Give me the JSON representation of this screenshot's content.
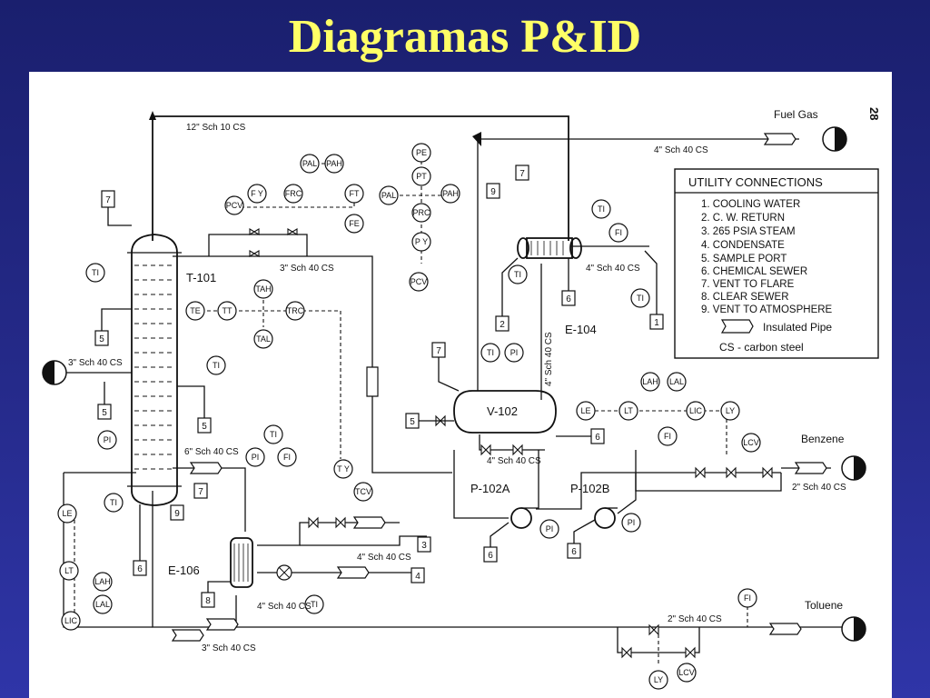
{
  "title": "Diagramas P&ID",
  "page_number": "28",
  "equipment": {
    "t101": "T-101",
    "v102": "V-102",
    "e104": "E-104",
    "e106": "E-106",
    "p102a": "P-102A",
    "p102b": "P-102B"
  },
  "streams": {
    "fuel_gas": "Fuel Gas",
    "benzene": "Benzene",
    "toluene": "Toluene"
  },
  "pipes": {
    "p12_sch10": "12\" Sch 10  CS",
    "p4_sch40_top": "4\" Sch 40 CS",
    "p3_sch40_reflux": "3\" Sch 40 CS",
    "p3_sch40_feed": "3\" Sch 40 CS",
    "p4_sch40_e104": "4\" Sch 40 CS",
    "p4_sch40_vert": "4\" Sch 40 CS",
    "p4_sch40_pumps": "4\" Sch 40 CS",
    "p6_sch40": "6\" Sch 40 CS",
    "p4_sch40_e106a": "4\" Sch 40 CS",
    "p4_sch40_e106b": "4\" Sch 40 CS",
    "p2_sch40_benz": "2\" Sch 40 CS",
    "p2_sch40_tol": "2\" Sch 40 CS",
    "p3_sch40_bottom": "3\" Sch 40 CS"
  },
  "instruments": {
    "ti_t101_top": "TI",
    "te": "TE",
    "tt": "TT",
    "tah": "TAH",
    "tal": "TAL",
    "trc": "TRC",
    "ti_t101_mid": "TI",
    "pi_t101": "PI",
    "ti_t101_low": "TI",
    "le_t101": "LE",
    "lt_t101": "LT",
    "lah_t101": "LAH",
    "lal_t101": "LAL",
    "lic_t101": "LIC",
    "pal_top": "PAL",
    "pah_top": "PAH",
    "pcv_top": "PCV",
    "fy_top": "F Y",
    "frc_top": "FRC",
    "ft_top": "FT",
    "fe_top": "FE",
    "pe": "PE",
    "pt": "PT",
    "pal_v": "PAL",
    "pah_v": "PAH",
    "prc": "PRC",
    "py": "P Y",
    "pcv_v": "PCV",
    "ti_e104a": "TI",
    "ti_e104b": "TI",
    "fi_e104": "FI",
    "ti_e104c": "TI",
    "ti_v102": "TI",
    "pi_v102": "PI",
    "le_v102": "LE",
    "lt_v102": "LT",
    "lah_v102": "LAH",
    "lal_v102": "LAL",
    "lic_v102": "LIC",
    "ly_v102": "LY",
    "fi_benz": "FI",
    "lcv_benz": "LCV",
    "pi_pa": "PI",
    "pi_pb": "PI",
    "pi_reb": "PI",
    "fi_reb": "FI",
    "ti_reb": "TI",
    "ty": "T Y",
    "tcv": "TCV",
    "ti_e106": "TI",
    "fi_tol": "FI",
    "ly_tol": "LY",
    "lcv_tol": "LCV"
  },
  "utility_boxes": {
    "u7_t101": "7",
    "u5_a": "5",
    "u5_b": "5",
    "u5_c": "5",
    "u6_t101": "6",
    "u9_e106": "9",
    "u7_e106": "7",
    "u8_e106": "8",
    "u3": "3",
    "u4": "4",
    "u7_v102": "7",
    "u5_v102": "5",
    "u6_v102": "6",
    "u9_e104": "9",
    "u7_e104": "7",
    "u2_e104": "2",
    "u6_e104": "6",
    "u1_e104": "1",
    "u6_pa": "6",
    "u6_pb": "6"
  },
  "inlet_label": "3\" Sch 40 CS",
  "legend": {
    "title": "UTILITY CONNECTIONS",
    "items": [
      "1.  COOLING WATER",
      "2.  C. W. RETURN",
      "3.  265 PSIA STEAM",
      "4.  CONDENSATE",
      "5.  SAMPLE PORT",
      "6.  CHEMICAL SEWER",
      "7.  VENT TO FLARE",
      "8.  CLEAR SEWER",
      "9.  VENT TO ATMOSPHERE"
    ],
    "insulated_pipe": "Insulated Pipe",
    "cs_note": "CS - carbon steel"
  },
  "colors": {
    "title": "#ffff66",
    "background": "#1a1f6e",
    "sheet": "#ffffff"
  }
}
